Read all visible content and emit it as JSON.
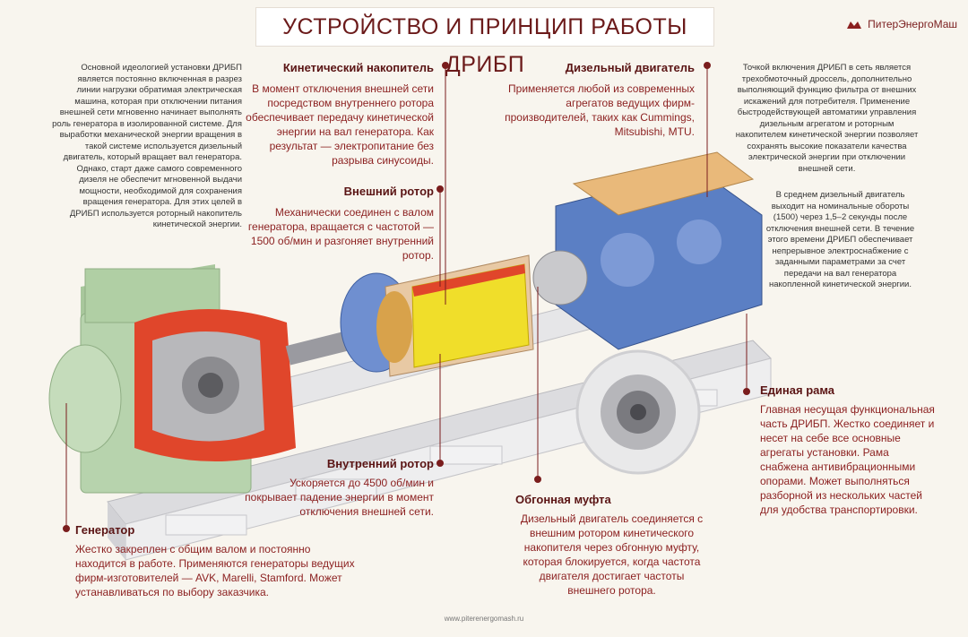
{
  "header": {
    "title": "УСТРОЙСТВО И ПРИНЦИП РАБОТЫ ДРИБП",
    "brand": "ПитерЭнергоМаш"
  },
  "intro_text": "Основной идеологией установки ДРИБП является постоянно включенная в разрез линии нагрузки обратимая электрическая машина, которая при отключении питания внешней сети мгновенно начинает выполнять роль генератора в изолированной системе. Для выработки механической энергии вращения в такой системе используется дизельный двигатель, который вращает вал генератора. Однако, старт даже самого современного дизеля не обеспечит мгновенной выдачи мощности, необходимой для сохранения вращения генератора. Для этих целей в ДРИБП используется роторный накопитель кинетической энергии.",
  "right_note_1": "Точкой включения ДРИБП в сеть является трехобмоточный дроссель, дополнительно выполняющий функцию фильтра от внешних искажений для потребителя. Применение быстродействующей автоматики управления дизельным агрегатом и роторным накопителем кинетической энергии позволяет сохранять высокие показатели качества электрической энергии при отключении внешней сети.",
  "right_note_2": "В среднем дизельный двигатель выходит на номинальные обороты (1500) через 1,5–2 секунды после отключения внешней сети. В течение этого времени ДРИБП обеспечивает непрерывное электроснабжение с заданными параметрами за счет передачи на вал генератора накопленной кинетической энергии.",
  "callouts": {
    "kinetic": {
      "title": "Кинетический накопитель",
      "text": "В момент отключения внешней сети посредством внутреннего ротора обеспечивает передачу кинетической энергии на вал генератора. Как результат — электропитание без разрыва синусоиды."
    },
    "external_rotor": {
      "title": "Внешний ротор",
      "text": "Механически соединен с валом генератора, вращается с частотой —1500 об/мин и разгоняет внутренний ротор."
    },
    "internal_rotor": {
      "title": "Внутренний ротор",
      "text": "Ускоряется до 4500 об/мин и покрывает падение энергии в момент отключения внешней сети."
    },
    "diesel": {
      "title": "Дизельный двигатель",
      "text": "Применяется любой из современных агрегатов ведущих фирм-производителей, таких как Cummings, Mitsubishi, MTU."
    },
    "generator": {
      "title": "Генератор",
      "text": "Жестко закреплен с общим валом и постоянно находится в работе. Применяются генераторы ведущих фирм-изготовителей — AVK, Marelli, Stamford. Может устанавливаться по выбору заказчика."
    },
    "clutch": {
      "title": "Обгонная муфта",
      "text": "Дизельный двигатель соединяется с внешним ротором кинетического накопителя через обгонную муфту, которая блокируется, когда частота двигателя достигает частоты внешнего ротора."
    },
    "frame": {
      "title": "Единая рама",
      "text": "Главная несущая функциональная часть ДРИБП. Жестко соединяет и несет на себе все основные агрегаты установки. Рама снабжена антивибрационными опорами. Может выполняться разборной из нескольких частей для удобства транспортировки."
    }
  },
  "footer": {
    "url": "www.piterenergomash.ru"
  },
  "colors": {
    "accent": "#7a1d1d",
    "text_red": "#8b1f1f",
    "generator_green": "#b7d3ad",
    "rotor_yellow": "#f0de2a",
    "diesel_blue": "#5b7fc4",
    "frame_white": "#e9e9ea"
  }
}
